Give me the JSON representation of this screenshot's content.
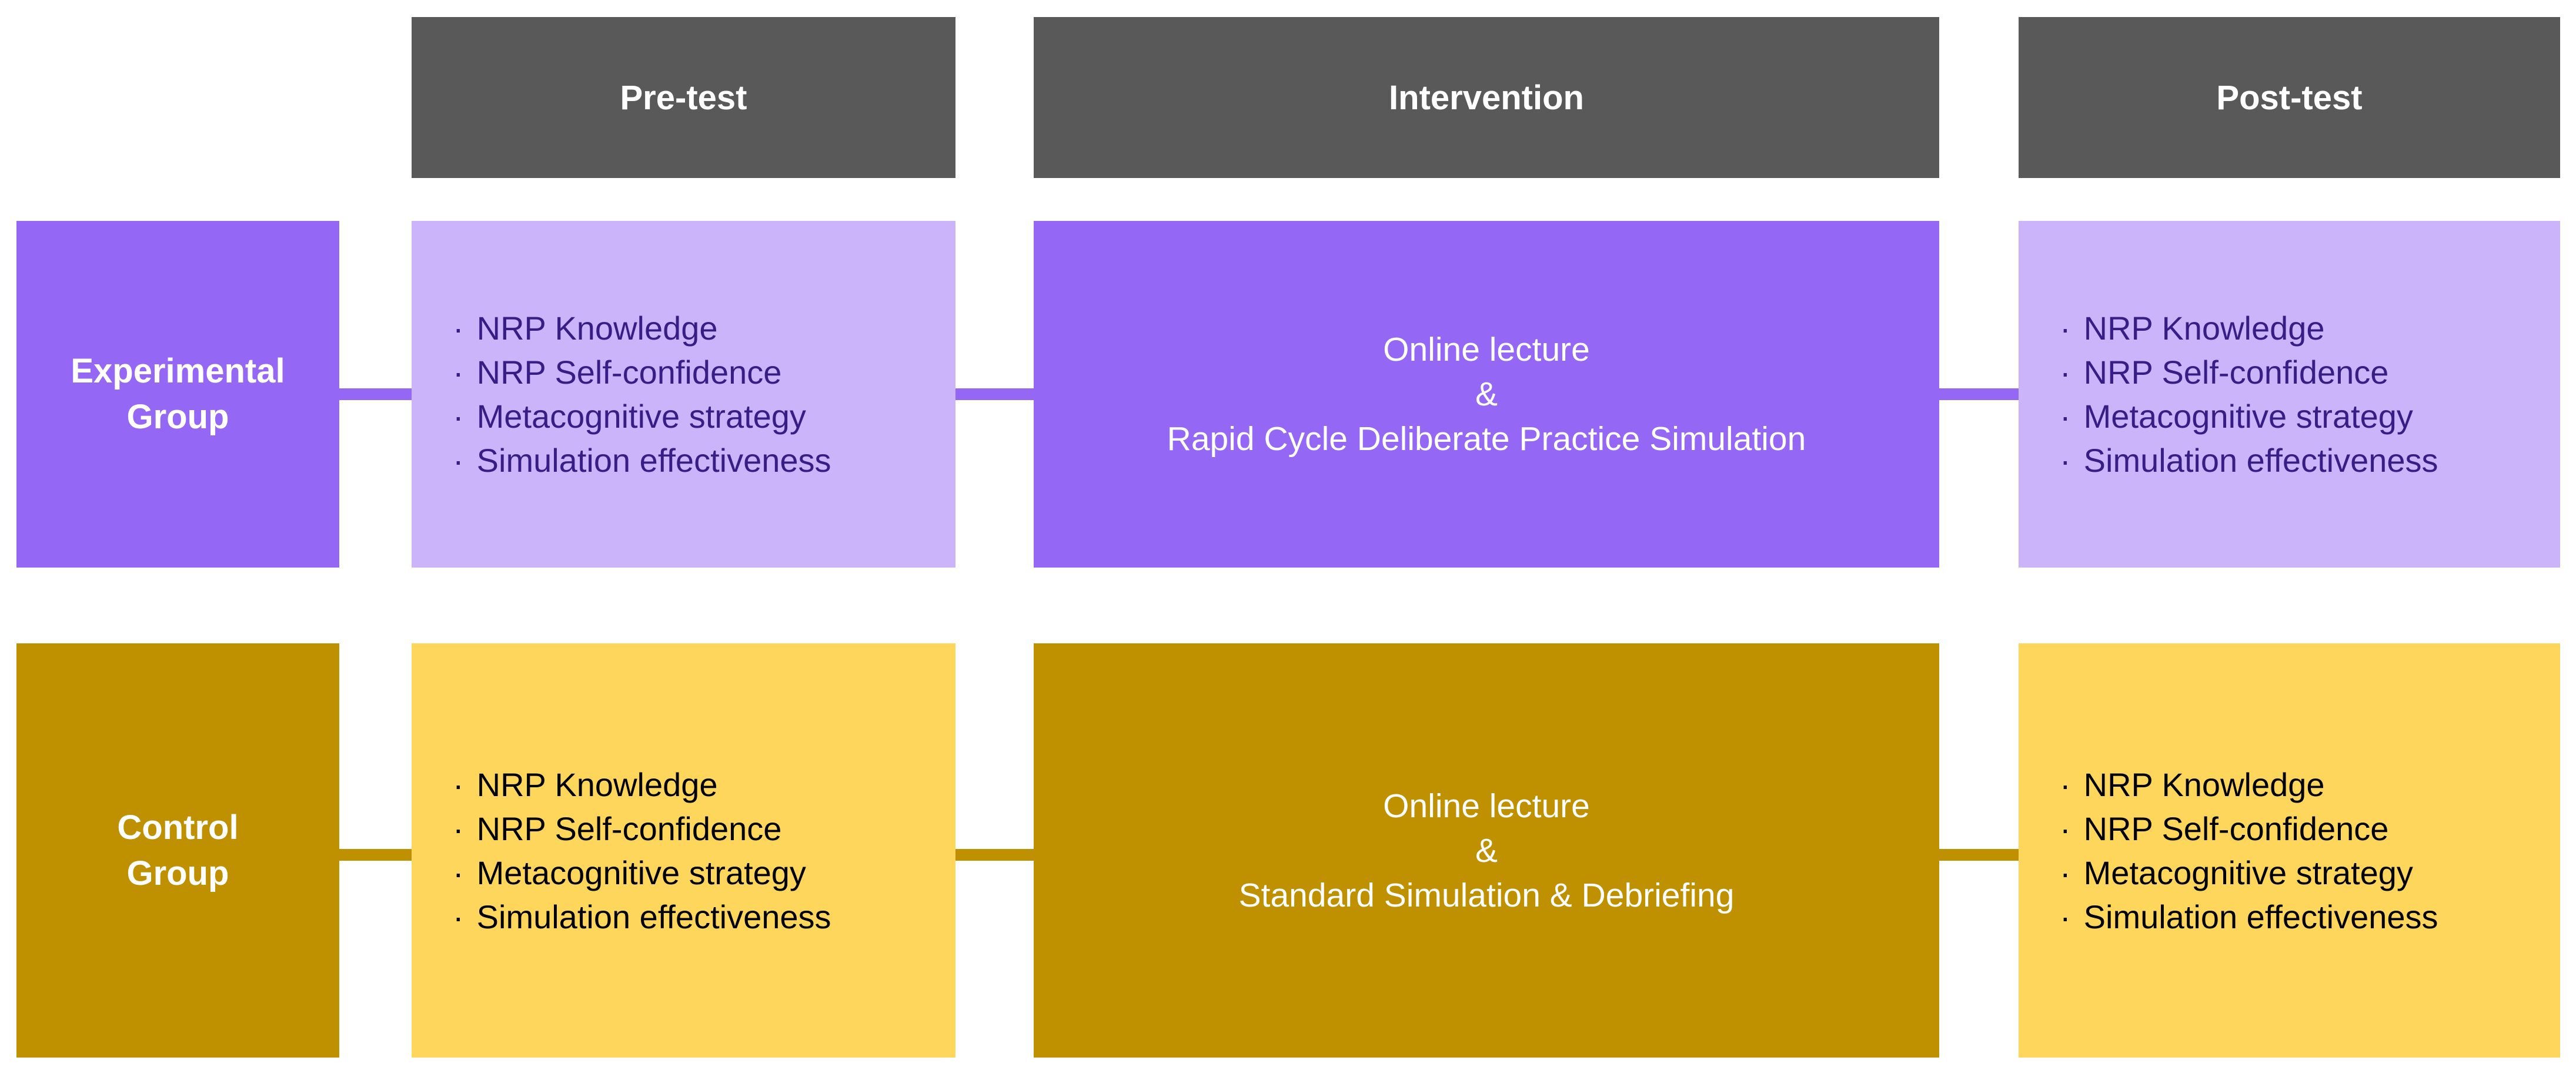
{
  "figure": {
    "description": "Study design flow diagram with experimental and control groups across pre-test, intervention and post-test phases"
  },
  "colors": {
    "phase_header_bg": "#595959",
    "experimental_accent": "#9467F5",
    "experimental_tint": "#CBB4FA",
    "experimental_list_text": "#371D85",
    "control_accent": "#BF9000",
    "control_tint": "#FFD65C",
    "control_list_text": "#000000",
    "header_text": "#FFFFFF"
  },
  "bullet": "·",
  "phase_headers": [
    {
      "label": "Pre-test"
    },
    {
      "label": "Intervention"
    },
    {
      "label": "Post-test"
    }
  ],
  "groups": [
    {
      "name_line1": "Experimental",
      "name_line2": "Group",
      "pretest_measures": [
        "NRP Knowledge",
        "NRP Self-confidence",
        "Metacognitive strategy",
        "Simulation effectiveness"
      ],
      "intervention_line1": "Online lecture",
      "intervention_line2": "&",
      "intervention_line3": "Rapid Cycle Deliberate Practice Simulation",
      "posttest_measures": [
        "NRP Knowledge",
        "NRP Self-confidence",
        "Metacognitive strategy",
        "Simulation effectiveness"
      ]
    },
    {
      "name_line1": "Control",
      "name_line2": "Group",
      "pretest_measures": [
        "NRP Knowledge",
        "NRP Self-confidence",
        "Metacognitive strategy",
        "Simulation effectiveness"
      ],
      "intervention_line1": "Online lecture",
      "intervention_line2": "&",
      "intervention_line3": "Standard Simulation & Debriefing",
      "posttest_measures": [
        "NRP Knowledge",
        "NRP Self-confidence",
        "Metacognitive strategy",
        "Simulation effectiveness"
      ]
    }
  ]
}
